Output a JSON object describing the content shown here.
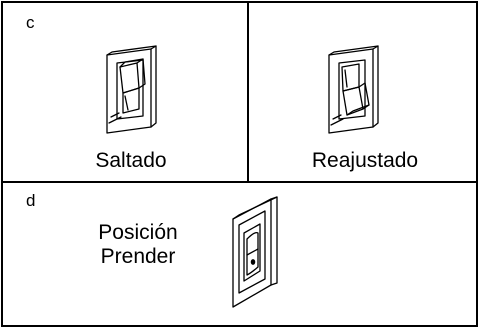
{
  "panel_c": {
    "letter": "c",
    "left": {
      "caption": "Saltado",
      "figure": "rocker-switch-tripped-icon"
    },
    "right": {
      "caption": "Reajustado",
      "figure": "rocker-switch-reset-icon"
    }
  },
  "panel_d": {
    "letter": "d",
    "caption_line1": "Posición",
    "caption_line2": "Prender",
    "figure": "rocker-switch-on-icon"
  }
}
